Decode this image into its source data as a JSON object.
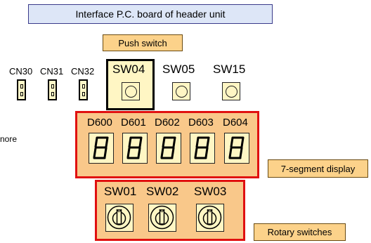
{
  "title": "Interface P.C. board of header unit",
  "push_switch_label": "Push switch",
  "connectors": [
    "CN30",
    "CN31",
    "CN32"
  ],
  "push_switches": [
    "SW04",
    "SW05",
    "SW15"
  ],
  "digit_labels": [
    "D600",
    "D601",
    "D602",
    "D603",
    "D604"
  ],
  "seven_segment_label": "7-segment display",
  "rotary_switches": [
    "SW01",
    "SW02",
    "SW03"
  ],
  "rotary_label": "Rotary switches",
  "side_text": "nore"
}
